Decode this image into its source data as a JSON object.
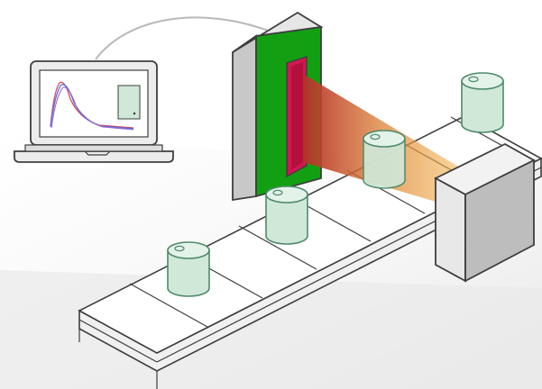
{
  "colors": {
    "background_light": "#ffffff",
    "background_shadow": "#eaeaea",
    "outline": "#3e3e3e",
    "laptop_frame": "#ececec",
    "laptop_screen": "#ffffff",
    "cable": "#b8b8b8",
    "plot_line_red": "#d24a60",
    "plot_line_blue": "#5b6fd6",
    "plot_line_purple": "#9a6ad0",
    "thumbnail_fill": "#cfe8d8",
    "emitter_side": "#c8c8c8",
    "emitter_face": "#12a012",
    "emitter_slot": "#d01850",
    "beam_start": "#b5302a",
    "beam_end": "#f2b24a",
    "detector_front": "#e8e8e8",
    "detector_top": "#f2f2f2",
    "detector_side": "#bdbdbd",
    "conveyor_top": "#ffffff",
    "conveyor_side": "#f0f0f0",
    "can_body": "#cfe8d8",
    "can_top": "#e4f3ea",
    "can_outline": "#4e8a6a"
  },
  "icons": {
    "laptop": "laptop-icon",
    "emitter": "spectrometer-emitter-icon",
    "detector": "detector-box-icon",
    "can": "can-icon"
  },
  "scene": {
    "objects": [
      "laptop",
      "cable",
      "emitter-panel",
      "light-beam",
      "detector-box",
      "conveyor-belt",
      "can",
      "can",
      "can",
      "can"
    ]
  }
}
